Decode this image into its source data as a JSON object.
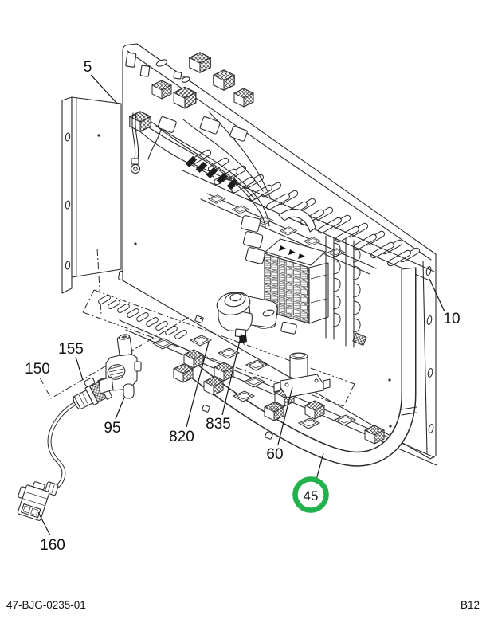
{
  "diagram": {
    "type": "exploded-parts-illustration",
    "subject": "electrical-panel-wiring-harness-assembly",
    "footer": {
      "doc_number": "47-BJG-0235-01",
      "page_code": "B12"
    },
    "callouts": {
      "c5": "5",
      "c10": "10",
      "c45": "45",
      "c60": "60",
      "c95": "95",
      "c150": "150",
      "c155": "155",
      "c160": "160",
      "c820": "820",
      "c835": "835"
    },
    "highlight": {
      "circled_callout": "45",
      "color": "#22b14c"
    },
    "line_color": "#2b2b2b",
    "background": "#ffffff"
  }
}
